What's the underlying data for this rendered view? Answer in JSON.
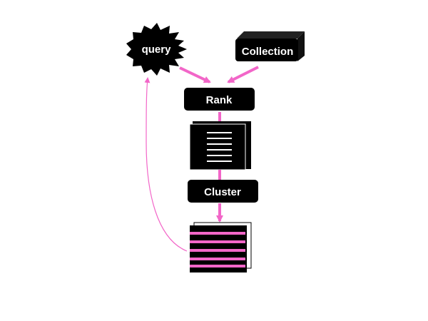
{
  "nodes": {
    "query": "query",
    "collection": "Collection",
    "rank": "Rank",
    "cluster": "Cluster"
  },
  "colors": {
    "node_fill": "#000000",
    "node_text": "#ffffff",
    "arrow": "#f266c8",
    "background": "#ffffff"
  },
  "icons": {
    "ranked_list": "ranked-document-list-icon",
    "clustered_list": "clustered-results-list-icon"
  }
}
